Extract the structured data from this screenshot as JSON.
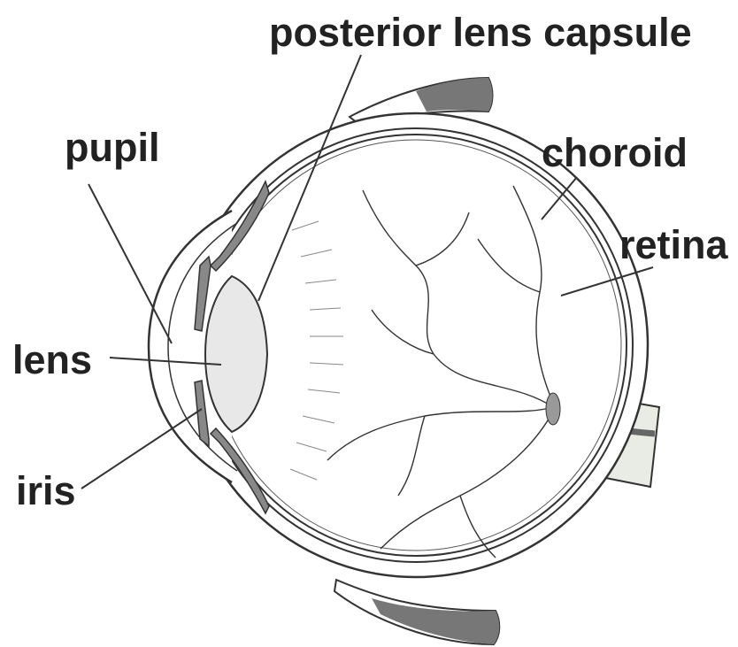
{
  "labels": {
    "posterior_lens_capsule": "posterior lens capsule",
    "pupil": "pupil",
    "choroid": "choroid",
    "retina": "retina",
    "lens": "lens",
    "iris": "iris"
  },
  "colors": {
    "outline": "#333333",
    "muscle": "#777777",
    "lens_fill": "#e8e8e8",
    "nerve_fill": "#e9ece5",
    "label_text": "#222222"
  }
}
